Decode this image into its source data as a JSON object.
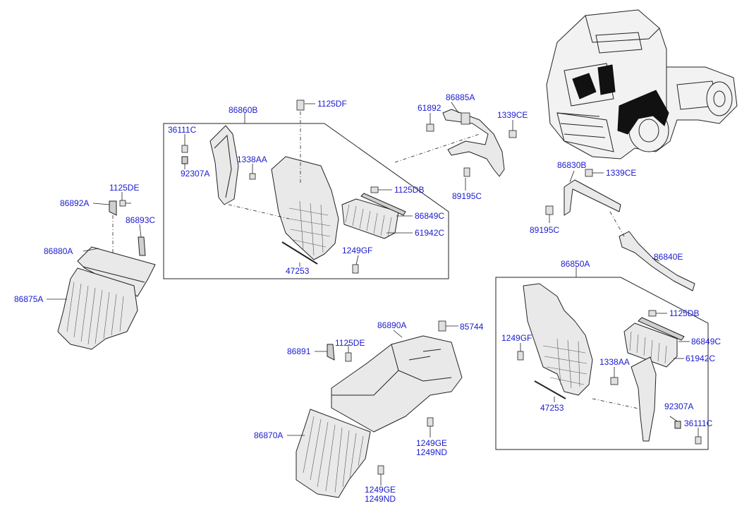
{
  "labels": {
    "p86860B": "86860B",
    "p1125DF": "1125DF",
    "p61892": "61892",
    "p86885A": "86885A",
    "p1339CE_a": "1339CE",
    "p36111C_a": "36111C",
    "p92307A_a": "92307A",
    "p1338AA_a": "1338AA",
    "p1125DB_a": "1125DB",
    "p89195C_a": "89195C",
    "p86849C_a": "86849C",
    "p61942C_a": "61942C",
    "p1249GF_a": "1249GF",
    "p47253_a": "47253",
    "p1125DE_a": "1125DE",
    "p86892A": "86892A",
    "p86893C": "86893C",
    "p86880A": "86880A",
    "p86875A": "86875A",
    "p86830B": "86830B",
    "p1339CE_b": "1339CE",
    "p89195C_b": "89195C",
    "p86840E": "86840E",
    "p86850A": "86850A",
    "p1125DB_b": "1125DB",
    "p1249GF_b": "1249GF",
    "p86849C_b": "86849C",
    "p61942C_b": "61942C",
    "p1338AA_b": "1338AA",
    "p47253_b": "47253",
    "p92307A_b": "92307A",
    "p36111C_b": "36111C",
    "p86890A": "86890A",
    "p85744": "85744",
    "p86891": "86891",
    "p1125DE_b": "1125DE",
    "p86870A": "86870A",
    "p1249GE_a": "1249GE",
    "p1249ND_a": "1249ND",
    "p1249GE_b": "1249GE",
    "p1249ND_b": "1249ND"
  }
}
